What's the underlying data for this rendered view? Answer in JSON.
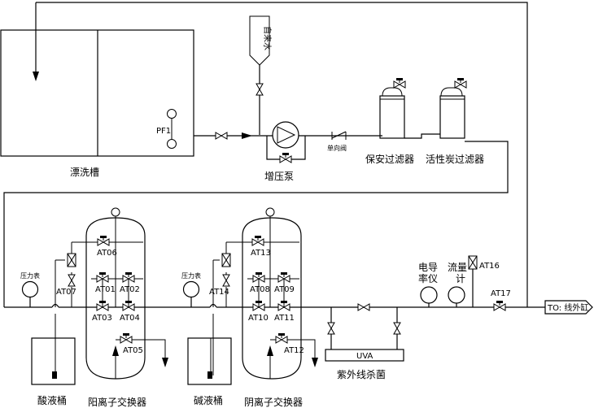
{
  "labels": {
    "rinse_tank": "漂洗槽",
    "tap_water": "自来水",
    "booster_pump": "增压泵",
    "check_valve": "单向阀",
    "security_filter": "保安过滤器",
    "carbon_filter": "活性炭过滤器",
    "acid_tank": "酸液桶",
    "alkali_tank": "碱液桶",
    "cation_exchanger": "阳离子交换器",
    "anion_exchanger": "阴离子交换器",
    "uv_sterilizer": "紫外线杀菌",
    "uva": "UVA",
    "conductivity_1": "电导",
    "conductivity_2": "率仪",
    "flowmeter_1": "流量",
    "flowmeter_2": "计",
    "pressure_gauge_1": "压力表",
    "pressure_gauge_2": "压力表",
    "level_switch": "PF1",
    "outlet": "TO: 线外缸"
  },
  "valves": {
    "at01": "AT01",
    "at02": "AT02",
    "at03": "AT03",
    "at04": "AT04",
    "at05": "AT05",
    "at06": "AT06",
    "at07": "AT07",
    "at08": "AT08",
    "at09": "AT09",
    "at10": "AT10",
    "at11": "AT11",
    "at12": "AT12",
    "at13": "AT13",
    "at14": "AT14",
    "at16": "AT16",
    "at17": "AT17"
  }
}
